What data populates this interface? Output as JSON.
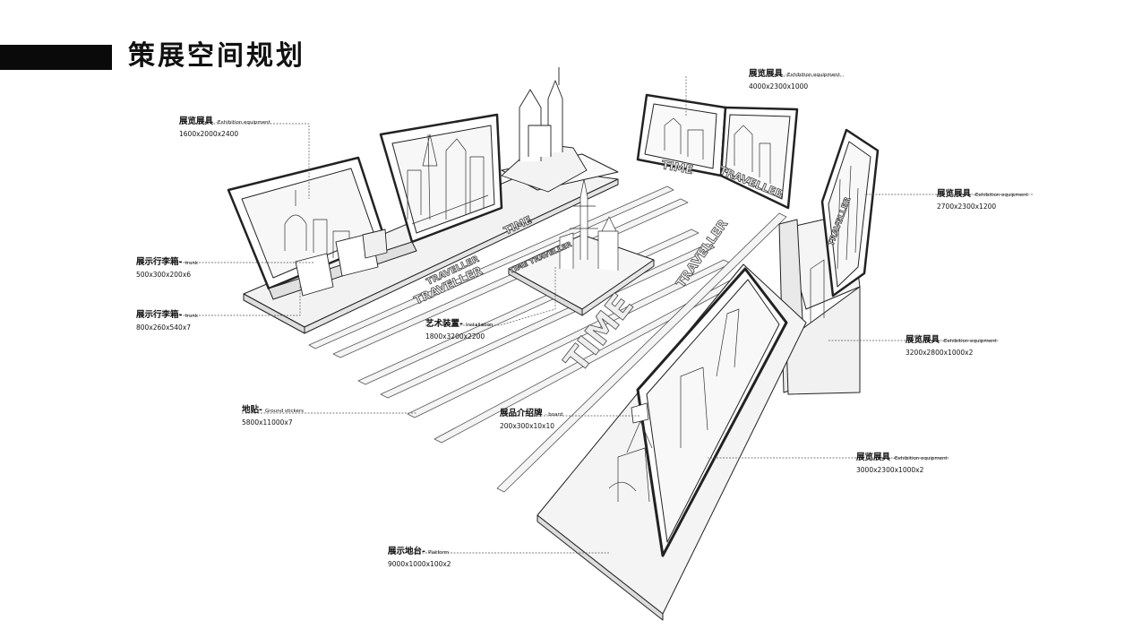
{
  "title": "策展空间规划",
  "floor_texts": {
    "time_main": "TIME",
    "traveller_main": "TRAVELLER",
    "time_small": "TIME",
    "traveller_small": "TRAVELLER",
    "traveller_left": "TRAVELLER",
    "traveller_book": "TRAVELLER",
    "time_book": "TIME",
    "traveller_right_book": "TRAVELLER",
    "book_time_traveller": "TIME TRAVELLER"
  },
  "labels": [
    {
      "cn": "展览展具",
      "en": "-Exhibition equipment",
      "dim": "1600x2000x2400"
    },
    {
      "cn": "展览展具",
      "en": "-Exhibition equipment",
      "dim": "4000x2300x1000"
    },
    {
      "cn": "展览展具",
      "en": "-Exhibition equipment",
      "dim": "2700x2300x1200"
    },
    {
      "cn": "展示行李箱-",
      "en": "trunk",
      "dim": "500x300x200x6"
    },
    {
      "cn": "展示行李箱-",
      "en": "trunk",
      "dim": "800x260x540x7"
    },
    {
      "cn": "艺术装置-",
      "en": "Installation",
      "dim": "1800x3200x2200"
    },
    {
      "cn": "展览展具",
      "en": "-Exhibition equipment",
      "dim": "3200x2800x1000x2"
    },
    {
      "cn": "地贴-",
      "en": "Ground stickers",
      "dim": "5800x11000x7"
    },
    {
      "cn": "展品介绍牌",
      "en": "- board",
      "dim": "200x300x10x10"
    },
    {
      "cn": "展览展具",
      "en": "-Exhibition equipment",
      "dim": "3000x2300x1000x2"
    },
    {
      "cn": "展示地台-",
      "en": "Platform",
      "dim": "9000x1000x100x2"
    }
  ]
}
